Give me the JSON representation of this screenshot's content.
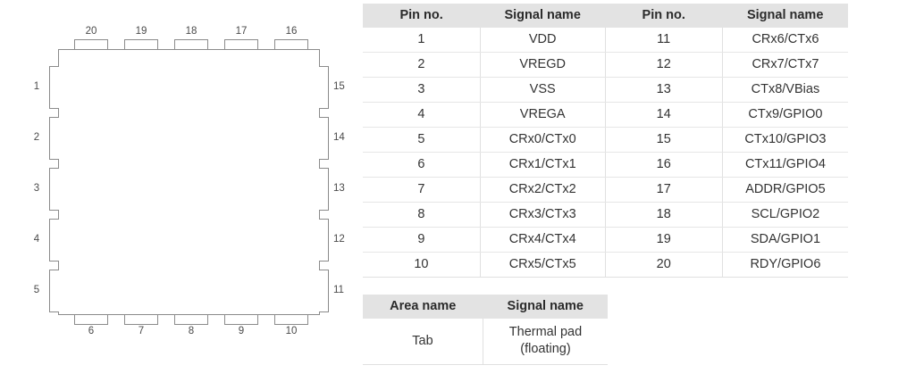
{
  "package_diagram": {
    "name": "20-pin-package-outline",
    "top_pins": [
      "20",
      "19",
      "18",
      "17",
      "16"
    ],
    "right_pins": [
      "15",
      "14",
      "13",
      "12",
      "11"
    ],
    "bottom_pins": [
      "6",
      "7",
      "8",
      "9",
      "10"
    ],
    "left_pins": [
      "1",
      "2",
      "3",
      "4",
      "5"
    ],
    "colors": {
      "outline": "#8b8b8b",
      "body_fill": "#ffffff",
      "label": "#4a4a4a"
    }
  },
  "pin_table": {
    "headers": [
      "Pin no.",
      "Signal name",
      "Pin no.",
      "Signal name"
    ],
    "rows": [
      [
        "1",
        "VDD",
        "11",
        "CRx6/CTx6"
      ],
      [
        "2",
        "VREGD",
        "12",
        "CRx7/CTx7"
      ],
      [
        "3",
        "VSS",
        "13",
        "CTx8/VBias"
      ],
      [
        "4",
        "VREGA",
        "14",
        "CTx9/GPIO0"
      ],
      [
        "5",
        "CRx0/CTx0",
        "15",
        "CTx10/GPIO3"
      ],
      [
        "6",
        "CRx1/CTx1",
        "16",
        "CTx11/GPIO4"
      ],
      [
        "7",
        "CRx2/CTx2",
        "17",
        "ADDR/GPIO5"
      ],
      [
        "8",
        "CRx3/CTx3",
        "18",
        "SCL/GPIO2"
      ],
      [
        "9",
        "CRx4/CTx4",
        "19",
        "SDA/GPIO1"
      ],
      [
        "10",
        "CRx5/CTx5",
        "20",
        "RDY/GPIO6"
      ]
    ],
    "colors": {
      "header_bg": "#e3e3e3",
      "header_text": "#2b2b2b",
      "cell_text": "#333333",
      "rule": "#e0e0e0"
    }
  },
  "area_table": {
    "headers": [
      "Area name",
      "Signal name"
    ],
    "rows": [
      [
        "Tab",
        "Thermal pad",
        "(floating)"
      ]
    ]
  }
}
